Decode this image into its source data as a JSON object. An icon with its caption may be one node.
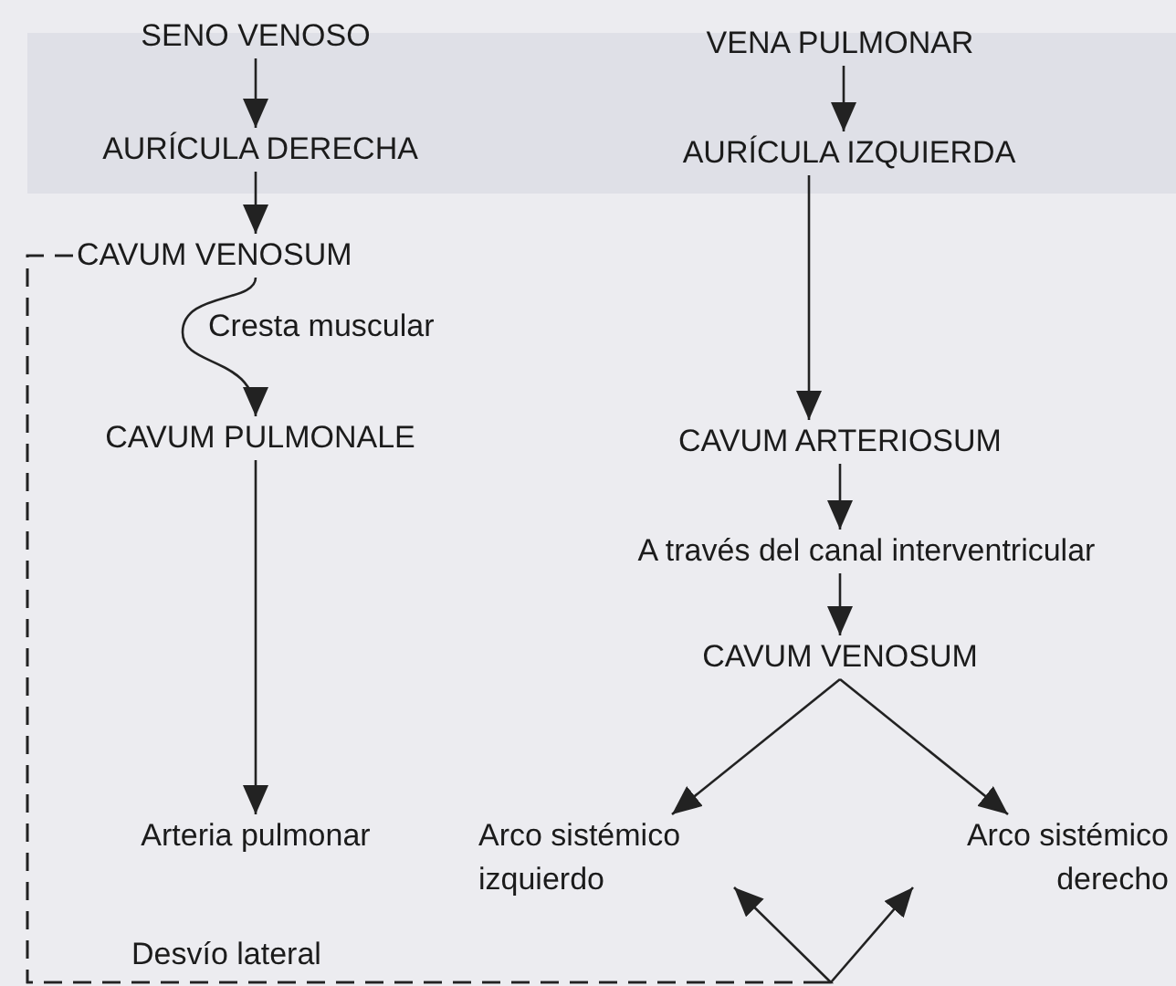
{
  "diagram": {
    "nodes": [
      {
        "text": [
          "SENO VENOSO"
        ]
      },
      {
        "text": [
          "AURÍCULA DERECHA"
        ]
      },
      {
        "text": [
          "CAVUM VENOSUM"
        ]
      },
      {
        "text": [
          "CAVUM PULMONALE"
        ]
      },
      {
        "text": [
          "Arteria pulmonar"
        ]
      },
      {
        "text": [
          "VENA PULMONAR"
        ]
      },
      {
        "text": [
          "AURÍCULA IZQUIERDA"
        ]
      },
      {
        "text": [
          "CAVUM ARTERIOSUM"
        ]
      },
      {
        "text": [
          "A través del canal interventricular"
        ]
      },
      {
        "text": [
          "CAVUM VENOSUM"
        ]
      },
      {
        "text": [
          "Arco sistémico izquierdo"
        ]
      },
      {
        "text": [
          "Arco sistémico derecho"
        ]
      }
    ],
    "edges": [
      {
        "from": 0,
        "to": 1,
        "arrow": "to"
      },
      {
        "from": 1,
        "to": 2,
        "arrow": "to"
      },
      {
        "from": 2,
        "to": 3,
        "arrow": "to",
        "label": "Cresta muscular"
      },
      {
        "from": 3,
        "to": 4,
        "arrow": "to"
      },
      {
        "from": 5,
        "to": 6,
        "arrow": "to"
      },
      {
        "from": 6,
        "to": 7,
        "arrow": "to"
      },
      {
        "from": 7,
        "to": 8,
        "arrow": "to"
      },
      {
        "from": 8,
        "to": 9,
        "arrow": "to"
      },
      {
        "from": 9,
        "to": 10,
        "arrow": "to"
      },
      {
        "from": 9,
        "to": 11,
        "arrow": "to"
      },
      {
        "from": 2,
        "to": 10,
        "arrow": "to",
        "style": "dashed",
        "label": "Desvío lateral"
      },
      {
        "from": 2,
        "to": 11,
        "arrow": "to",
        "style": "dashed"
      }
    ]
  }
}
